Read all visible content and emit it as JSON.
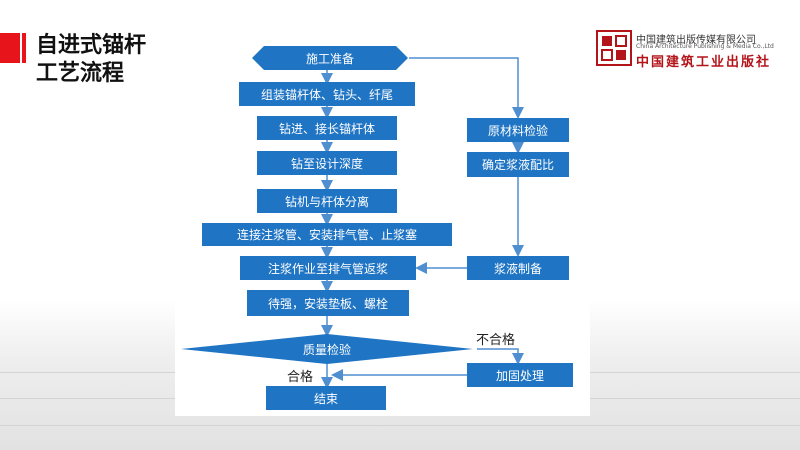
{
  "slide": {
    "title_line1": "自进式锚杆",
    "title_line2": "工艺流程"
  },
  "logo": {
    "name_cn": "中国建筑出版传媒有限公司",
    "name_en": "China Architecture Publishing & Media Co.,Ltd",
    "brand": "中国建筑工业出版社"
  },
  "flow": {
    "start": "施工准备",
    "step1": "组装锚杆体、钻头、纤尾",
    "step2": "钻进、接长锚杆体",
    "step3": "钻至设计深度",
    "step4": "钻机与杆体分离",
    "step5": "连接注浆管、安装排气管、止浆塞",
    "step6": "注浆作业至排气管返浆",
    "step7": "待强，安装垫板、螺栓",
    "decision": "质量检验",
    "end": "结束",
    "side1": "原材料检验",
    "side2": "确定浆液配比",
    "side3": "浆液制备",
    "fix": "加固处理",
    "pass_label": "合格",
    "fail_label": "不合格"
  },
  "colors": {
    "node": "#1f74c4",
    "accent": "#e8141b",
    "line": "#4f8fd0"
  }
}
